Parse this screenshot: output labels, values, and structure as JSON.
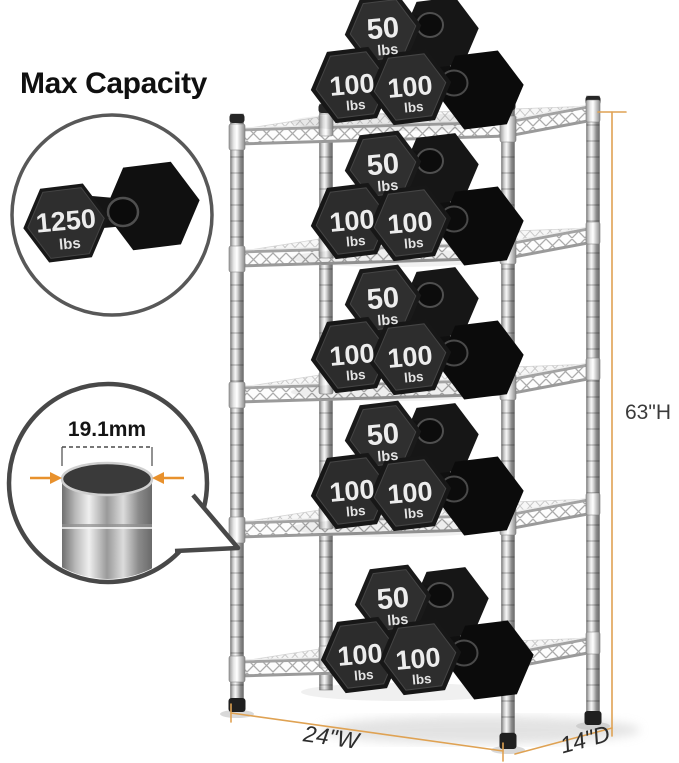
{
  "callout_max_capacity": {
    "title": "Max Capacity",
    "dumbbell_weight": "1250",
    "dumbbell_unit": "lbs"
  },
  "callout_pole_diameter": {
    "label": "19.1mm"
  },
  "dimensions": {
    "height": "63\"H",
    "width": "24\"W",
    "depth": "14\"D"
  },
  "rack": {
    "tier_count": 5,
    "groups": [
      {
        "items": [
          {
            "weight": "50",
            "unit": "lbs"
          },
          {
            "weight": "100",
            "unit": "lbs"
          },
          {
            "weight": "100",
            "unit": "lbs"
          }
        ]
      },
      {
        "items": [
          {
            "weight": "50",
            "unit": "lbs"
          },
          {
            "weight": "100",
            "unit": "lbs"
          },
          {
            "weight": "100",
            "unit": "lbs"
          }
        ]
      },
      {
        "items": [
          {
            "weight": "50",
            "unit": "lbs"
          },
          {
            "weight": "100",
            "unit": "lbs"
          },
          {
            "weight": "100",
            "unit": "lbs"
          }
        ]
      },
      {
        "items": [
          {
            "weight": "50",
            "unit": "lbs"
          },
          {
            "weight": "100",
            "unit": "lbs"
          },
          {
            "weight": "100",
            "unit": "lbs"
          }
        ]
      },
      {
        "items": [
          {
            "weight": "50",
            "unit": "lbs"
          },
          {
            "weight": "100",
            "unit": "lbs"
          },
          {
            "weight": "100",
            "unit": "lbs"
          }
        ]
      }
    ]
  },
  "colors": {
    "dimension_line": "#DFA253",
    "arrow_orange": "#E8912D",
    "label_text": "#3a3a3a",
    "dumbbell_body": "#2e2e2e",
    "dumbbell_label": "#ededed"
  }
}
